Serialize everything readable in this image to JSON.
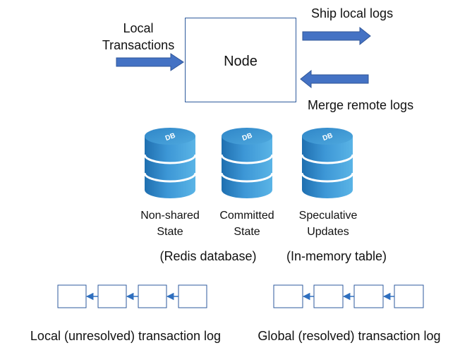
{
  "node": {
    "label": "Node"
  },
  "inputs": {
    "local_transactions": [
      "Local",
      "Transactions"
    ]
  },
  "outputs": {
    "ship_local_logs": "Ship local logs",
    "merge_remote_logs": "Merge remote logs"
  },
  "databases": [
    {
      "icon": "DB",
      "label": [
        "Non-shared",
        "State"
      ]
    },
    {
      "icon": "DB",
      "label": [
        "Committed",
        "State"
      ]
    },
    {
      "icon": "DB",
      "label": [
        "Speculative",
        "Updates"
      ]
    }
  ],
  "storage_notes": {
    "redis": "(Redis database)",
    "memory": "(In-memory table)"
  },
  "logs": {
    "local": "Local (unresolved) transaction log",
    "global": "Global (resolved) transaction log"
  },
  "colors": {
    "arrow": "#4472C4",
    "arrow_stroke": "#2F5597",
    "db_light": "#4FA9DE",
    "db_dark": "#1F6FB0",
    "box_border": "#2E5A9C"
  }
}
